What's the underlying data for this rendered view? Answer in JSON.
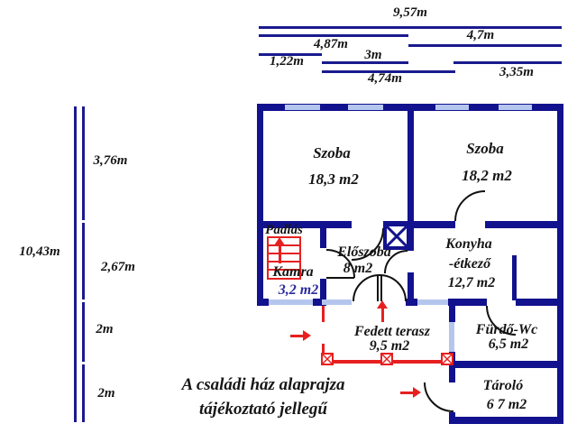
{
  "plan": {
    "note_line1": "A családi ház alaprajza",
    "note_line2": "tájékoztató jellegű",
    "rooms": {
      "szoba1": {
        "name": "Szoba",
        "area": "18,3 m2"
      },
      "szoba2": {
        "name": "Szoba",
        "area": "18,2 m2"
      },
      "padlas": {
        "name": "Padlás"
      },
      "kamra": {
        "name": "Kamra",
        "area": "3,2 m2"
      },
      "eloszoba": {
        "name": "Előszoba",
        "area": "8 m2"
      },
      "konyha": {
        "name": "Konyha",
        "name2": "-étkező",
        "area": "12,7 m2"
      },
      "terasz": {
        "name": "Fedett terasz",
        "area": "9,5 m2"
      },
      "furdo": {
        "name": "Fürdő-Wc",
        "area": "6,5 m2"
      },
      "tarolo": {
        "name": "Tároló",
        "area": "6 7 m2"
      }
    },
    "dims": {
      "top": {
        "d957": "9,57m",
        "d487": "4,87m",
        "d47": "4,7m",
        "d122": "1,22m",
        "d3": "3m",
        "d474": "4,74m",
        "d335": "3,35m"
      },
      "left": {
        "d376": "3,76m",
        "d1043": "10,43m",
        "d267": "2,67m",
        "d2a": "2m",
        "d2b": "2m"
      }
    },
    "colors": {
      "wall": "#12128e",
      "window": "#b5c6ee",
      "accent_red": "#e62020",
      "text": "#151515",
      "blue_text": "#2a2a9e"
    }
  }
}
